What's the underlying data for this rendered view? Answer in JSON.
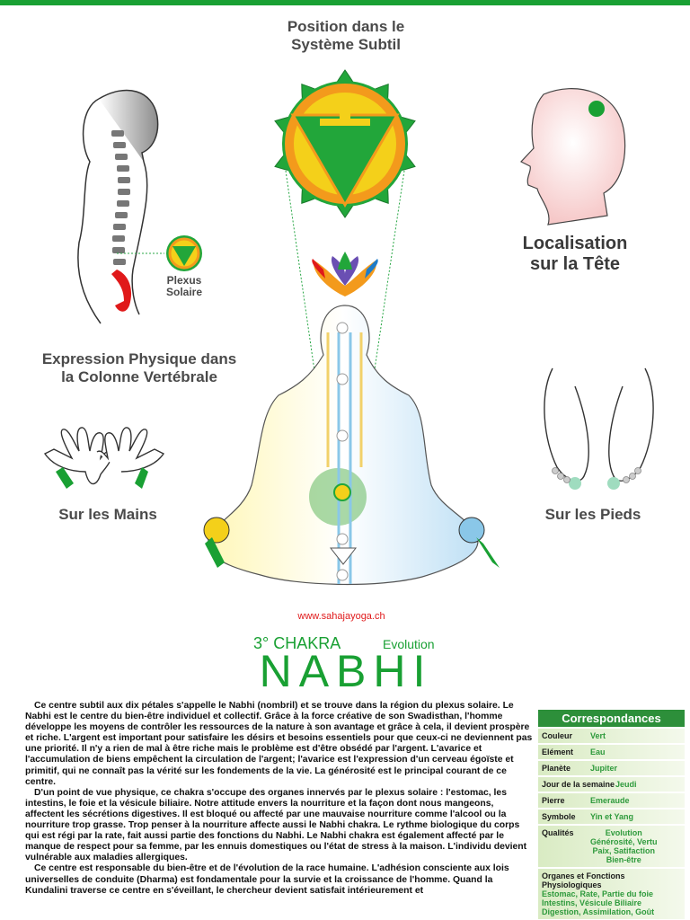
{
  "headings": {
    "position": [
      "Position dans le",
      "Système Subtil"
    ],
    "localisation": [
      "Localisation",
      "sur la Tête"
    ],
    "expression": [
      "Expression Physique dans",
      "la Colonne Vertébrale"
    ],
    "mains": "Sur les Mains",
    "pieds": "Sur les Pieds",
    "plexus": [
      "Plexus",
      "Solaire"
    ]
  },
  "website": "www.sahajayoga.ch",
  "chakra": {
    "number": "3° CHAKRA",
    "quality": "Evolution",
    "name": "NABHI"
  },
  "paragraphs": [
    "Ce centre subtil aux dix pétales s'appelle le Nabhi (nombril) et se trouve dans la région du plexus solaire. Le Nabhi est le centre du bien-être individuel et collectif. Grâce à la force créative de son Swadisthan, l'homme développe les moyens de contrôler les ressources de la nature à son avantage et grâce à cela, il devient prospère et riche. L'argent est important pour satisfaire les désirs et besoins essentiels pour que ceux-ci ne deviennent pas une priorité. Il n'y a rien de mal à être riche mais le problème est d'être obsédé par l'argent. L'avarice et l'accumulation de biens empêchent la circulation de l'argent; l'avarice est l'expression d'un cerveau égoïste et primitif, qui ne connaît pas la vérité sur les fondements de la vie. La générosité est le principal courant de ce centre.",
    "D'un point de vue physique, ce chakra s'occupe des organes innervés par le plexus solaire : l'estomac, les intestins, le foie et la vésicule biliaire. Notre attitude envers la nourriture et la façon dont nous mangeons, affectent les sécrétions digestives. Il est bloqué ou affecté par une mauvaise nourriture comme l'alcool ou la nourriture trop grasse. Trop penser à la nourriture affecte aussi le Nabhi chakra. Le rythme biologique du corps qui est régi par la rate, fait aussi partie des fonctions du Nabhi. Le Nabhi chakra est également affecté par le manque de respect pour sa femme, par les ennuis domestiques ou l'état de stress à la maison. L'individu devient vulnérable aux maladies allergiques.",
    "Ce centre est responsable du bien-être et de l'évolution de la race humaine. L'adhésion consciente aux lois universelles de conduite (Dharma) est fondamentale pour la survie et la croissance de l'homme. Quand la Kundalini traverse ce centre en s'éveillant, le chercheur devient satisfait intérieurement et"
  ],
  "correspondances": {
    "title": "Correspondances",
    "rows": [
      {
        "key": "Couleur",
        "value": "Vert"
      },
      {
        "key": "Elément",
        "value": "Eau"
      },
      {
        "key": "Planète",
        "value": "Jupiter"
      },
      {
        "key": "Jour de la semaine",
        "value": "Jeudi"
      },
      {
        "key": "Pierre",
        "value": "Emeraude"
      },
      {
        "key": "Symbole",
        "value": "Yin et Yang"
      }
    ],
    "qualites": {
      "key": "Qualités",
      "values": [
        "Evolution",
        "Générosité, Vertu",
        "Paix, Satifaction",
        "Bien-être"
      ]
    },
    "organes": {
      "key": "Organes et Fonctions Physiologiques",
      "values": [
        "Estomac, Rate, Partie du foie",
        "Intestins, Vésicule Biliaire",
        "Digestion, Assimilation, Goût"
      ]
    }
  },
  "colors": {
    "accent_green": "#19a033",
    "petal_green": "#22a63a",
    "ring_orange": "#f39a1c",
    "inner_yellow": "#f4d01a",
    "website_red": "#e0191a"
  }
}
